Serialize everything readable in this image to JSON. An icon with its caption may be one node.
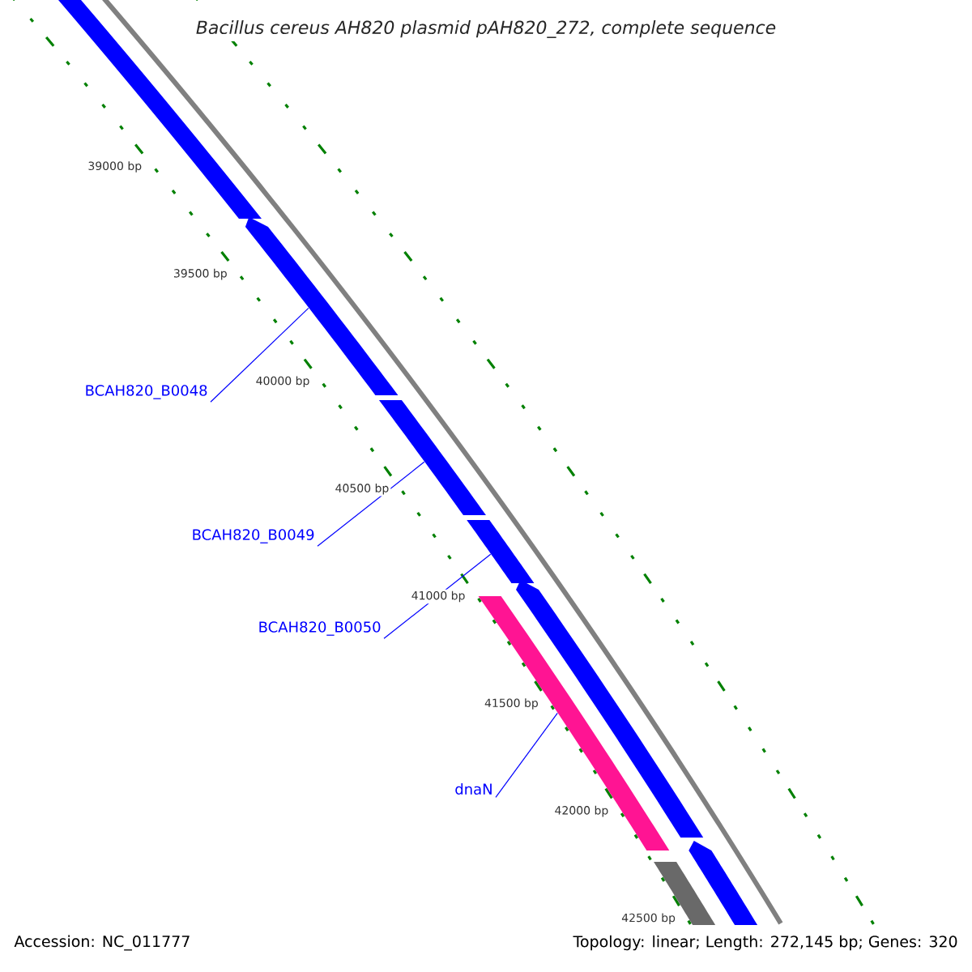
{
  "diagram": {
    "title": "Bacillus cereus AH820 plasmid pAH820_272, complete sequence",
    "nodes": [
      {
        "text": [
          "BCAH820_B0048"
        ]
      },
      {
        "text": [
          "BCAH820_B0049"
        ]
      },
      {
        "text": [
          "BCAH820_B0050"
        ]
      },
      {
        "text": [
          "dnaN"
        ]
      },
      {
        "text": [],
        "shape": "bar"
      },
      {
        "text": [],
        "shape": "bar"
      },
      {
        "text": [],
        "shape": "bar"
      },
      {
        "text": [],
        "shape": "bar"
      },
      {
        "text": [],
        "shape": "bar"
      },
      {
        "text": [],
        "shape": "bar"
      },
      {
        "text": [],
        "shape": "bar"
      },
      {
        "text": [],
        "shape": "bar"
      }
    ],
    "edges": [
      {
        "from": 0,
        "to": 5,
        "arrow": "none"
      },
      {
        "from": 1,
        "to": 6,
        "arrow": "none"
      },
      {
        "from": 2,
        "to": 7,
        "arrow": "none"
      },
      {
        "from": 3,
        "to": 9,
        "arrow": "none"
      }
    ],
    "labels": [
      "39000 bp",
      "39500 bp",
      "40000 bp",
      "40500 bp",
      "41000 bp",
      "41500 bp",
      "42000 bp",
      "42500 bp",
      "Accession: NC_011777",
      "Topology: linear; Length: 272,145 bp; Genes: 320"
    ]
  }
}
